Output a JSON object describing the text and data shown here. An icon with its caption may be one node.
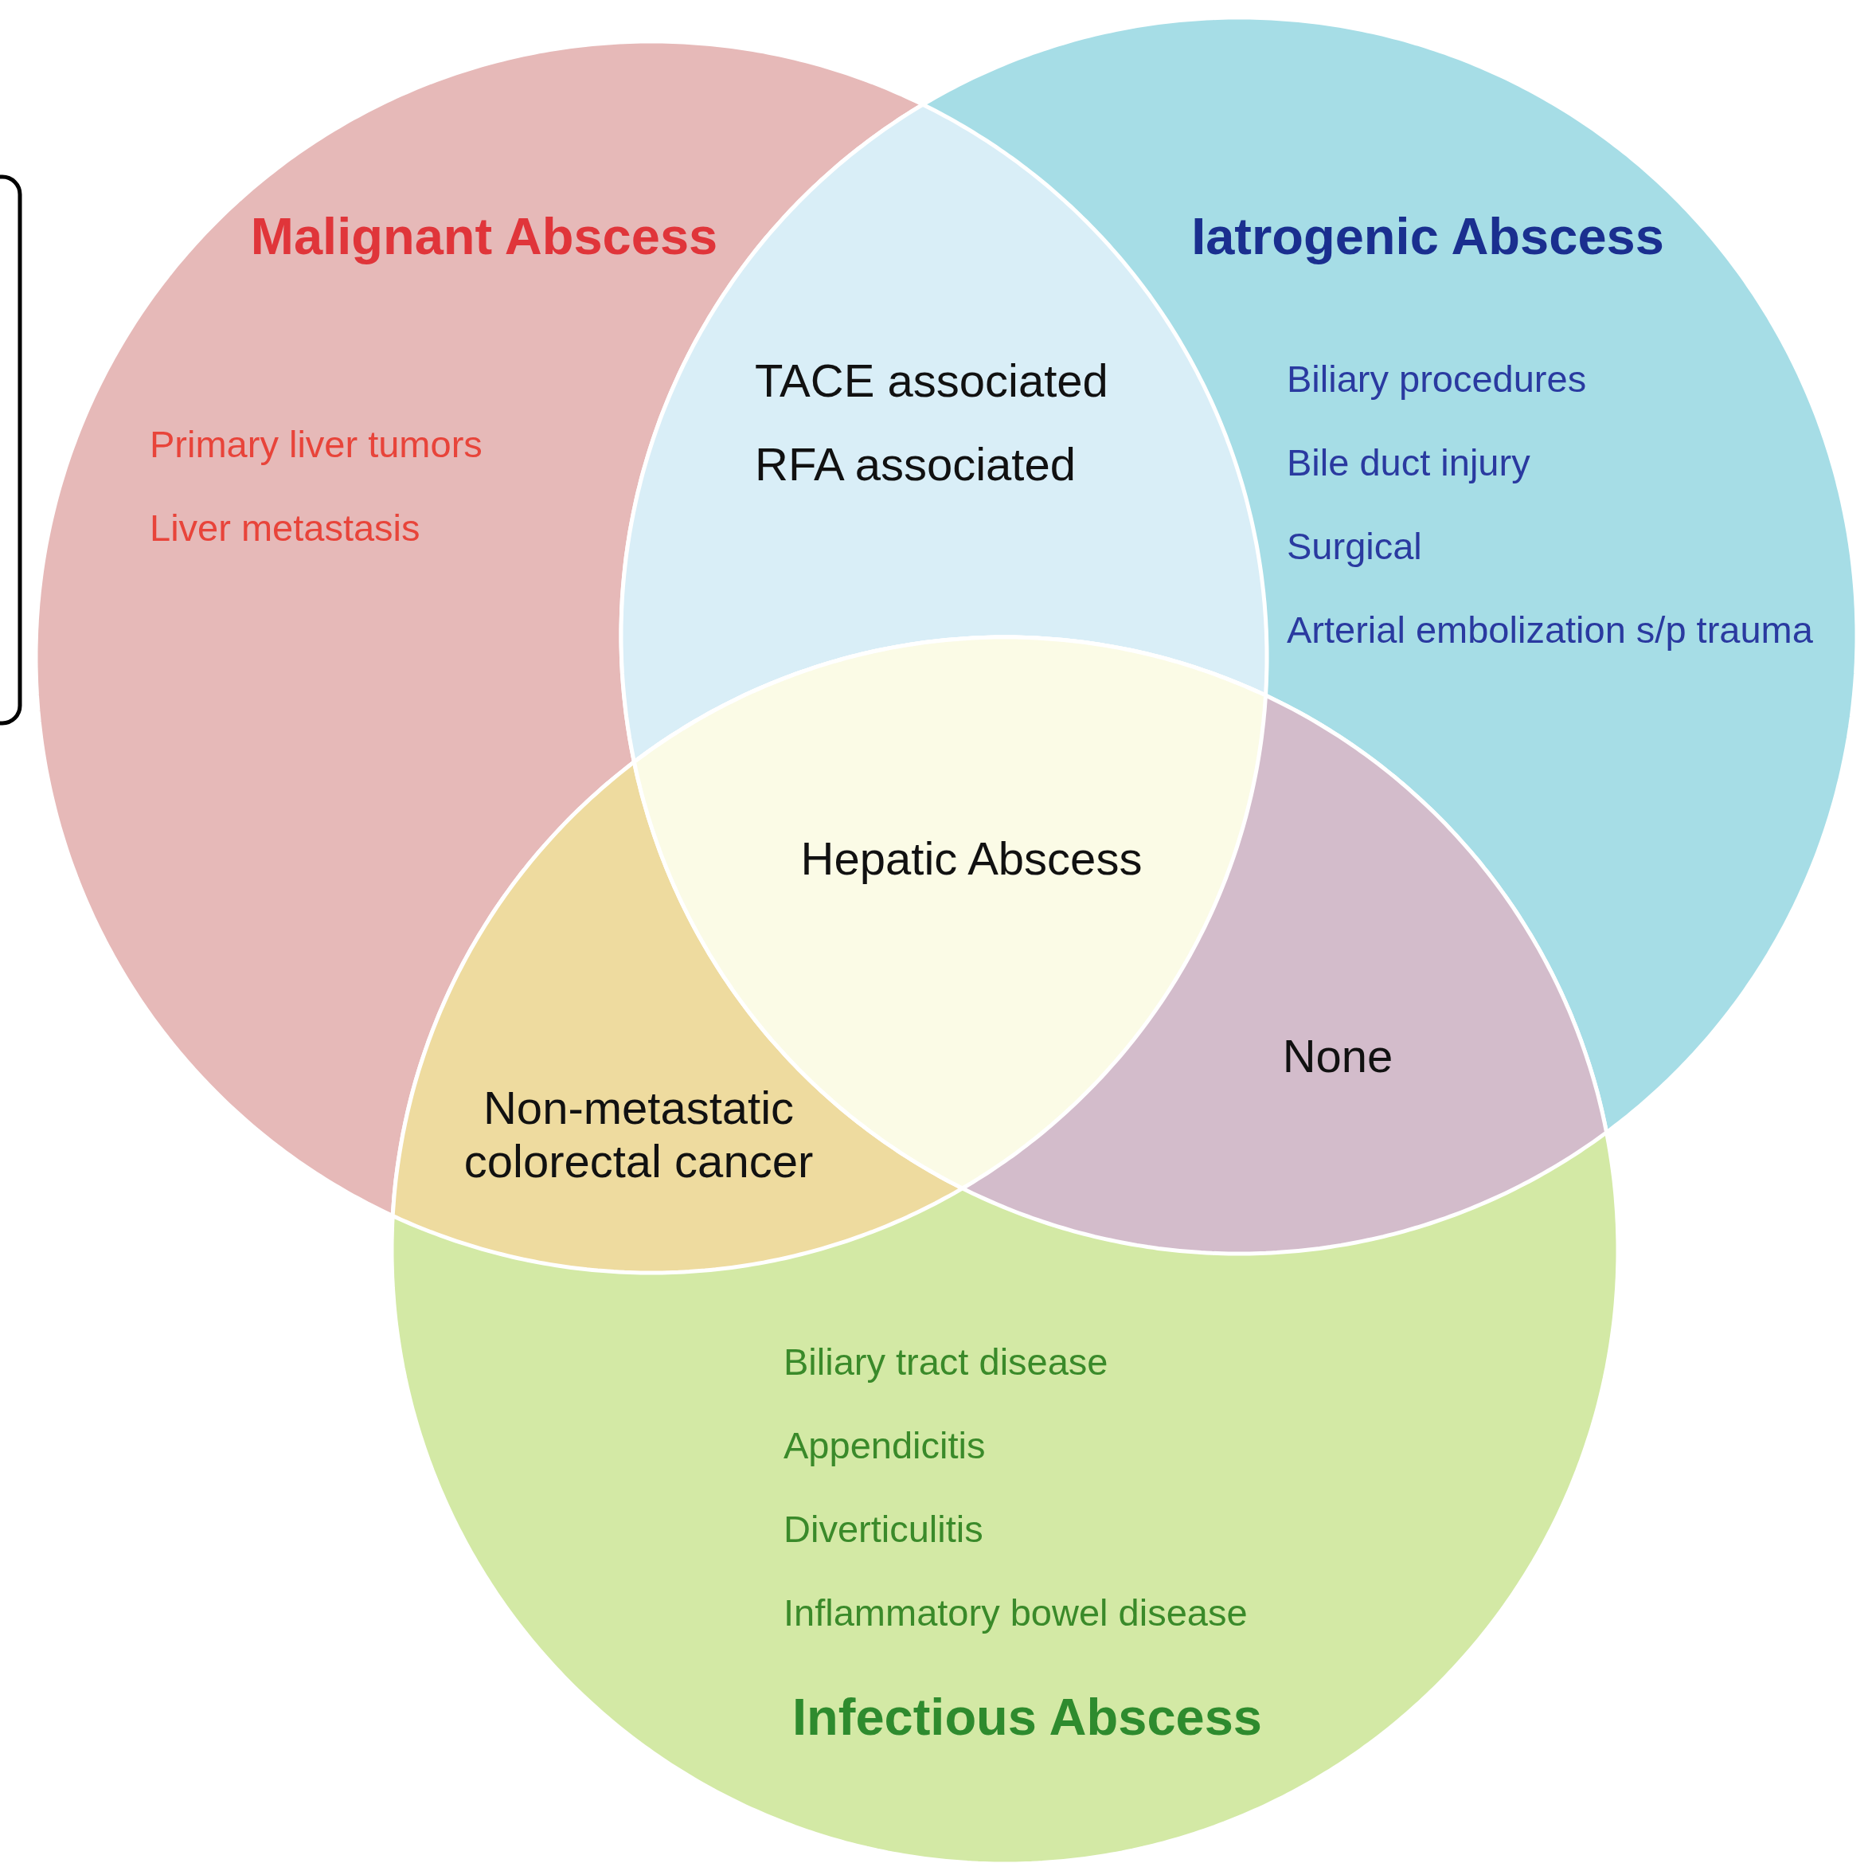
{
  "diagram": {
    "nodes": [
      {
        "text": [
          "Malignant Abscess",
          "Primary liver tumors",
          "Liver metastasis"
        ]
      },
      {
        "text": [
          "Iatrogenic Abscess",
          "Biliary procedures",
          "Bile duct injury",
          "Surgical",
          "Arterial embolization s/p trauma"
        ]
      },
      {
        "text": [
          "Biliary tract disease",
          "Appendicitis",
          "Diverticulitis",
          "Inflammatory bowel disease",
          "Infectious Abscess"
        ]
      },
      {
        "text": [
          "TACE associated",
          "RFA associated"
        ]
      },
      {
        "text": [
          "Hepatic Abscess"
        ]
      },
      {
        "text": [
          "Non-metastatic colorectal cancer"
        ]
      },
      {
        "text": [
          "None"
        ]
      }
    ],
    "edges": []
  }
}
